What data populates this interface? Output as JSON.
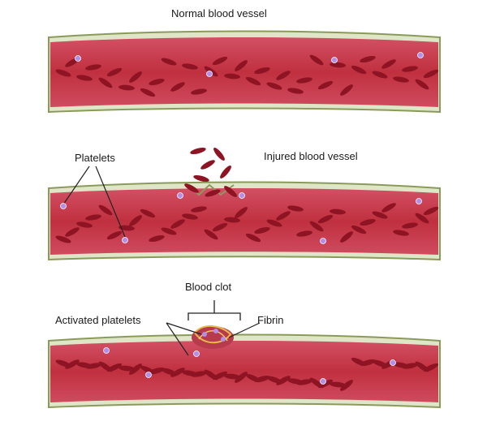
{
  "labels": {
    "normal": "Normal blood vessel",
    "platelets": "Platelets",
    "injured": "Injured blood vessel",
    "blood_clot": "Blood clot",
    "activated_platelets": "Activated platelets",
    "fibrin": "Fibrin"
  },
  "colors": {
    "vessel_fill": "#c8374a",
    "vessel_inner": "#e3677a",
    "wall": "#8a9a5b",
    "rbc": "#8e1424",
    "platelet": "#b48ee8"
  }
}
